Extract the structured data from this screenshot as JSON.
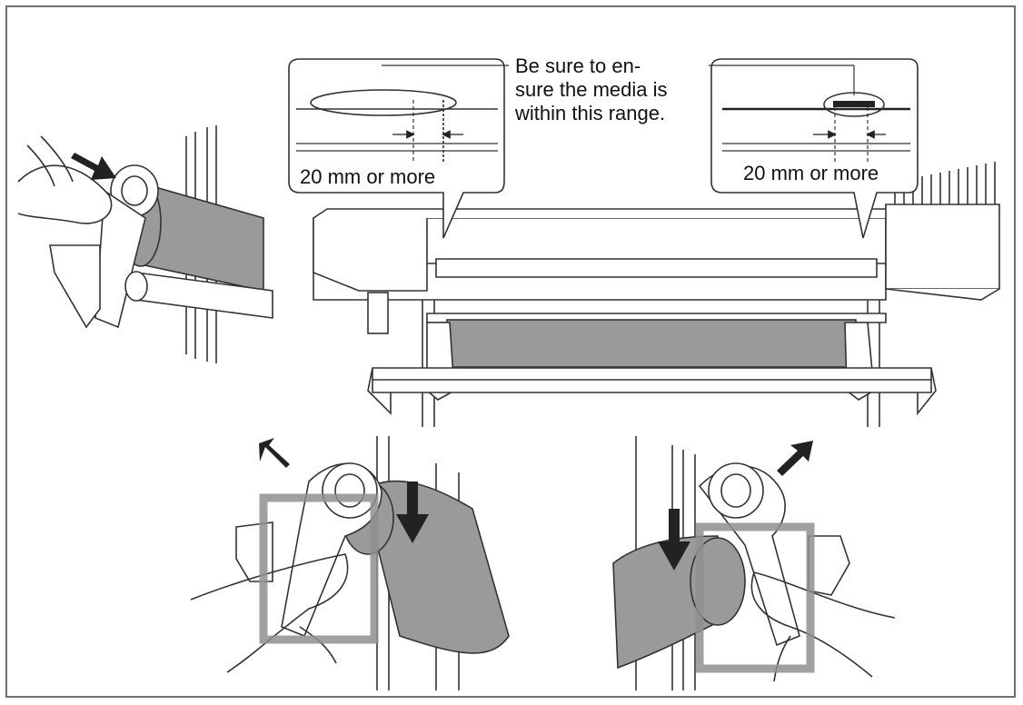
{
  "callouts": {
    "left_measure": "20 mm or more",
    "right_measure": "20 mm or more",
    "note_line1": "Be sure to en-",
    "note_line2": "sure the media is",
    "note_line3": "within this range."
  },
  "colors": {
    "outline": "#333333",
    "media_gray": "#9a9a9a",
    "highlight_box": "#8f8f8f",
    "arrow": "#222222"
  },
  "icons": [
    "push-arrow-icon",
    "pull-arrow-icon",
    "down-arrow-icon"
  ]
}
